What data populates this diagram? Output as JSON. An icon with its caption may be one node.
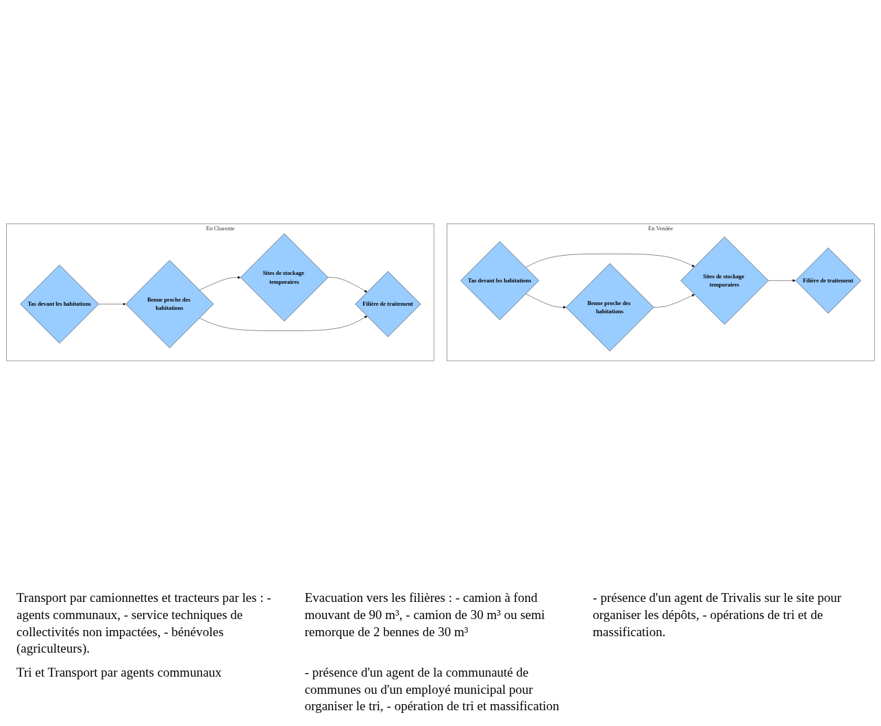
{
  "diagram": {
    "nodes": [
      {
        "text": [
          "En Vendée"
        ]
      },
      {
        "text": [
          "Tas devant les habitations"
        ],
        "in": 0
      },
      {
        "text": [
          "Sites de stockage temporaires"
        ],
        "in": 0
      },
      {
        "text": [
          "Benne proche des habitations"
        ],
        "in": 0
      },
      {
        "text": [
          "Filière de traitement"
        ],
        "in": 0
      },
      {
        "text": [
          "En Charente"
        ]
      },
      {
        "text": [
          "Tas devant les habitations"
        ],
        "in": 5
      },
      {
        "text": [
          "Benne proche des habitations"
        ],
        "in": 5
      },
      {
        "text": [
          "Sites de stockage temporaires"
        ],
        "in": 5
      },
      {
        "text": [
          "Filière de traitement"
        ],
        "in": 5
      }
    ],
    "edges": [
      {
        "from": 1,
        "to": 2,
        "arrow": "to"
      },
      {
        "from": 1,
        "to": 3,
        "arrow": "to"
      },
      {
        "from": 3,
        "to": 2,
        "arrow": "to"
      },
      {
        "from": 2,
        "to": 4,
        "arrow": "to"
      },
      {
        "from": 6,
        "to": 7,
        "arrow": "to"
      },
      {
        "from": 7,
        "to": 8,
        "arrow": "to"
      },
      {
        "from": 8,
        "to": 9,
        "arrow": "to"
      },
      {
        "from": 7,
        "to": 9,
        "arrow": "to"
      }
    ],
    "labels": [
      "Transport par camionnettes et tracteurs par les : - agents communaux, - service techniques de collectivités non impactées, - bénévoles (agriculteurs).",
      "Evacuation vers les filières : - camion à fond mouvant de 90 m³, - camion de 30 m³ ou semi remorque de 2 bennes de 30 m³",
      "- présence d'un agent de Trivalis sur le site pour organiser les dépôts, - opérations de tri et de massification.",
      "Tri et Transport par agents communaux",
      "- présence d'un agent de la communauté de communes ou d'un employé municipal pour organiser le tri, - opération de tri et massification"
    ]
  }
}
